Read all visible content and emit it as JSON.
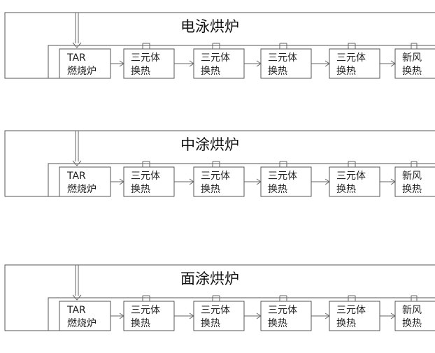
{
  "furnaces": [
    {
      "title": "电泳烘炉",
      "units": [
        [
          "TAR",
          "燃烧炉"
        ],
        [
          "三元体",
          "换热"
        ],
        [
          "三元体",
          "换热"
        ],
        [
          "三元体",
          "换热"
        ],
        [
          "三元体",
          "换热"
        ],
        [
          "新风",
          "换热"
        ]
      ]
    },
    {
      "title": "中涂烘炉",
      "units": [
        [
          "TAR",
          "燃烧炉"
        ],
        [
          "三元体",
          "换热"
        ],
        [
          "三元体",
          "换热"
        ],
        [
          "三元体",
          "换热"
        ],
        [
          "三元体",
          "换热"
        ],
        [
          "新风",
          "换热"
        ]
      ]
    },
    {
      "title": "面涂烘炉",
      "units": [
        [
          "TAR",
          "燃烧炉"
        ],
        [
          "三元体",
          "换热"
        ],
        [
          "三元体",
          "换热"
        ],
        [
          "三元体",
          "换热"
        ],
        [
          "三元体",
          "换热"
        ],
        [
          "新风",
          "换热"
        ]
      ]
    }
  ]
}
